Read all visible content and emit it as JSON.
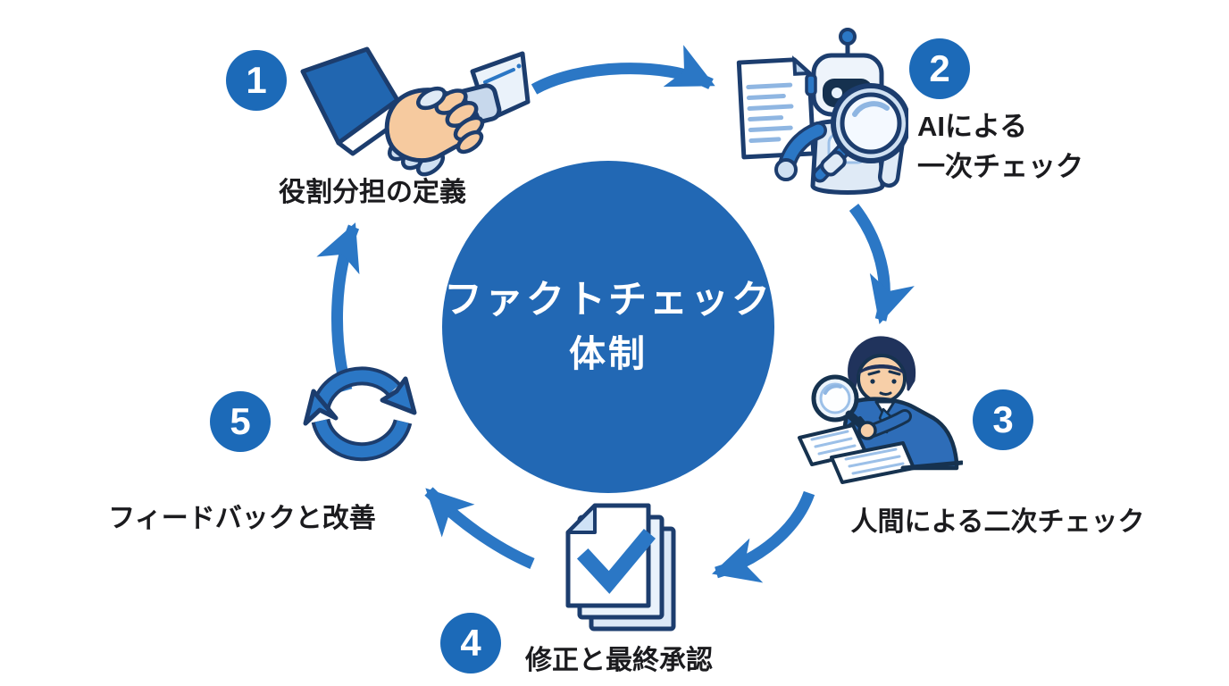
{
  "center": {
    "title_line1": "ファクトチェック",
    "title_line2": "体制"
  },
  "steps": [
    {
      "number": "1",
      "label": "役割分担の定義",
      "icon": "handshake-icon"
    },
    {
      "number": "2",
      "label_line1": "AIによる",
      "label_line2": "一次チェック",
      "icon": "robot-magnifier-icon"
    },
    {
      "number": "3",
      "label": "人間による二次チェック",
      "icon": "human-reviewer-icon"
    },
    {
      "number": "4",
      "label": "修正と最終承認",
      "icon": "approved-documents-icon"
    },
    {
      "number": "5",
      "label": "フィードバックと改善",
      "icon": "feedback-cycle-icon"
    }
  ],
  "colors": {
    "background": "#FFFFFF",
    "primary_blue": "#2268B4",
    "badge_blue": "#1C6AB8",
    "arrow_blue": "#2B77C5",
    "outline_navy": "#1C3D6E",
    "light_blue": "#D9E7F6",
    "skin": "#F6CA9F",
    "text_dark": "#1B1B1E"
  }
}
